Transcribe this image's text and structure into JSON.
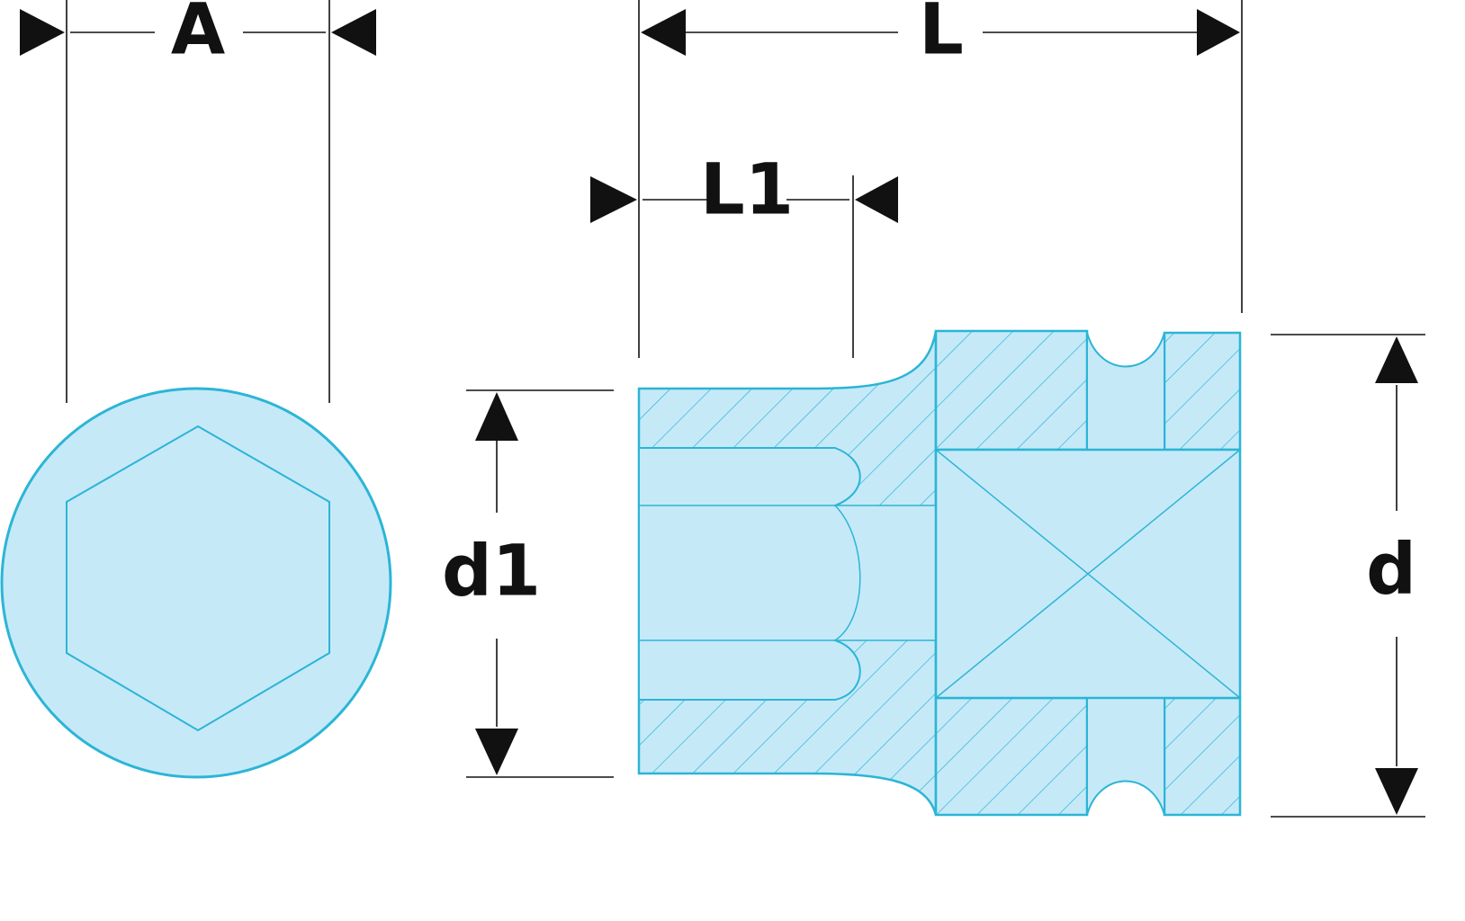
{
  "labels": {
    "A": "A",
    "L": "L",
    "L1": "L1",
    "d1": "d1",
    "d": "d"
  },
  "colors": {
    "fill": "#c6e9f8",
    "stroke": "#2bb5d6",
    "line": "#111111",
    "background": "#ffffff"
  }
}
